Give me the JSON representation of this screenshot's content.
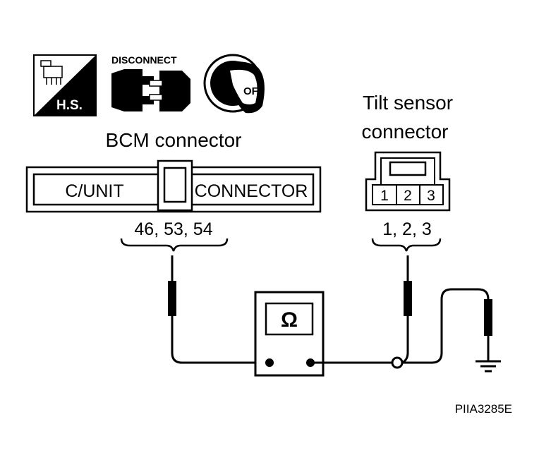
{
  "icons": {
    "harness_label": "H.S.",
    "disconnect_label": "DISCONNECT",
    "ignition_label": "OFF"
  },
  "bcm": {
    "title": "BCM connector",
    "left_label": "C/UNIT",
    "right_label": "CONNECTOR",
    "terminals": "46, 53, 54"
  },
  "tilt": {
    "title_line1": "Tilt sensor",
    "title_line2": "connector",
    "pins": [
      "1",
      "2",
      "3"
    ],
    "terminals": "1, 2, 3"
  },
  "meter": {
    "symbol": "Ω"
  },
  "figure_code": "PIIA3285E"
}
